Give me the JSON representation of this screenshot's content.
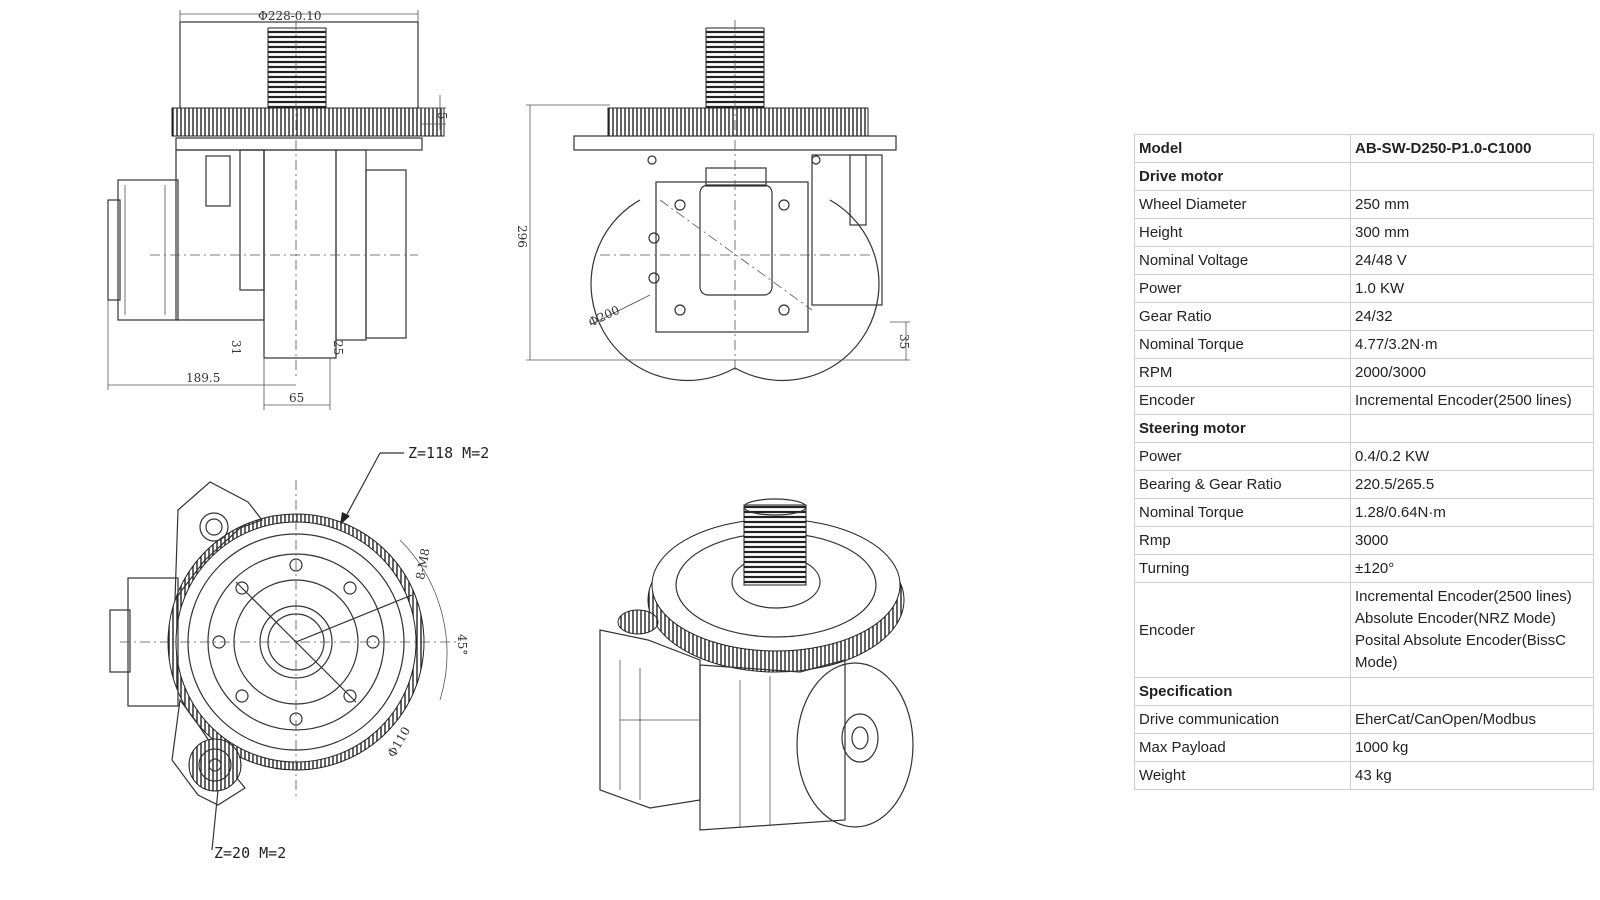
{
  "drawing": {
    "dim_top_diameter": "Φ228-0.10",
    "dim_height": "296",
    "dim_offset_left": "189.5",
    "dim_width_65": "65",
    "dim_31": "31",
    "dim_25": "25",
    "dim_5": "5",
    "dim_wheel_diameter": "Φ200",
    "dim_35": "35",
    "gear_large": "Z=118  M=2",
    "gear_small": "Z=20  M=2",
    "dim_holes": "8-M8",
    "dim_angle": "45°",
    "dim_pcd": "Φ110"
  },
  "spec_table": {
    "header": {
      "label": "Model",
      "value": "AB-SW-D250-P1.0-C1000"
    },
    "sections": [
      {
        "title": "Drive motor",
        "rows": [
          {
            "label": "Wheel Diameter",
            "value": "250 mm"
          },
          {
            "label": "Height",
            "value": "300 mm"
          },
          {
            "label": "Nominal Voltage",
            "value": "24/48 V"
          },
          {
            "label": "Power",
            "value": "1.0 KW"
          },
          {
            "label": "Gear Ratio",
            "value": "24/32"
          },
          {
            "label": "Nominal Torque",
            "value": "4.77/3.2N·m"
          },
          {
            "label": "RPM",
            "value": "2000/3000"
          },
          {
            "label": "Encoder",
            "value": "Incremental Encoder(2500 lines)"
          }
        ]
      },
      {
        "title": "Steering motor",
        "rows": [
          {
            "label": "Power",
            "value": "0.4/0.2 KW"
          },
          {
            "label": "Bearing & Gear Ratio",
            "value": "220.5/265.5"
          },
          {
            "label": "Nominal Torque",
            "value": "1.28/0.64N·m"
          },
          {
            "label": "Rmp",
            "value": "3000"
          },
          {
            "label": "Turning",
            "value": "±120°"
          }
        ],
        "encoder": {
          "label": "Encoder",
          "lines": [
            "Incremental Encoder(2500 lines)",
            "Absolute Encoder(NRZ Mode)",
            "Posital Absolute Encoder(BissC",
            "Mode)"
          ]
        }
      },
      {
        "title": "Specification",
        "rows": [
          {
            "label": "Drive communication",
            "value": "EherCat/CanOpen/Modbus"
          },
          {
            "label": "Max Payload",
            "value": "1000 kg"
          },
          {
            "label": "Weight",
            "value": "43 kg"
          }
        ]
      }
    ]
  }
}
